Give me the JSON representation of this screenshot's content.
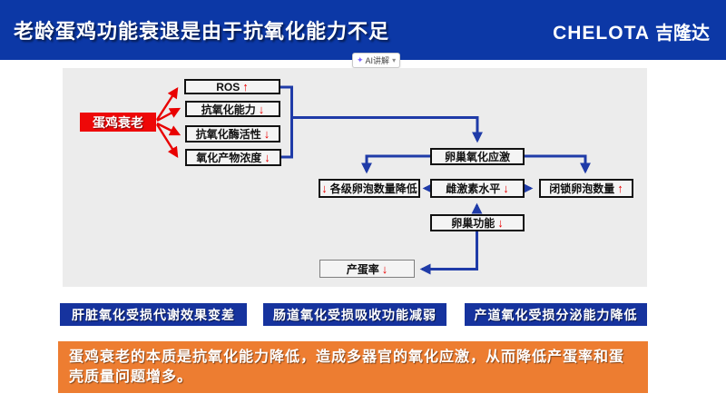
{
  "header": {
    "title": "老龄蛋鸡功能衰退是由于抗氧化能力不足",
    "logo_en": "CHELOTA",
    "logo_cn": "吉隆达"
  },
  "toolbar": {
    "ai_button_label": "AI讲解",
    "sparkle_icon": "✦",
    "chevron_icon": "▾"
  },
  "diagram": {
    "root": {
      "label": "蛋鸡衰老"
    },
    "factors": [
      {
        "label": "ROS",
        "glyph": "↑"
      },
      {
        "label": "抗氧化能力",
        "glyph": "↓"
      },
      {
        "label": "抗氧化酶活性",
        "glyph": "↓"
      },
      {
        "label": "氧化产物浓度",
        "glyph": "↓"
      }
    ],
    "ovary_stress": {
      "label": "卵巢氧化应激"
    },
    "follicle_decrease": {
      "glyph": "↓",
      "label": "各级卵泡数量降低"
    },
    "estrogen_level": {
      "label": "雌激素水平",
      "glyph": "↓"
    },
    "atretic_follicle": {
      "label": "闭锁卵泡数量",
      "glyph": "↑"
    },
    "ovary_function": {
      "label": "卵巢功能",
      "glyph": "↓"
    },
    "laying_rate": {
      "label": "产蛋率",
      "glyph": "↓"
    }
  },
  "impacts": [
    {
      "label": "肝脏氧化受损代谢效果变差"
    },
    {
      "label": "肠道氧化受损吸收功能减弱"
    },
    {
      "label": "产道氧化受损分泌能力降低"
    }
  ],
  "summary": {
    "text": "蛋鸡衰老的本质是抗氧化能力降低，造成多器官的氧化应激，从而降低产蛋率和蛋壳质量问题增多。"
  },
  "colors": {
    "header_blue": "#0c38a6",
    "panel_gray": "#ececec",
    "root_red": "#ee0808",
    "arrow_red": "#e90000",
    "connector_blue": "#1f3ba8",
    "impact_navy": "#16339e",
    "summary_orange": "#ed7d31"
  }
}
